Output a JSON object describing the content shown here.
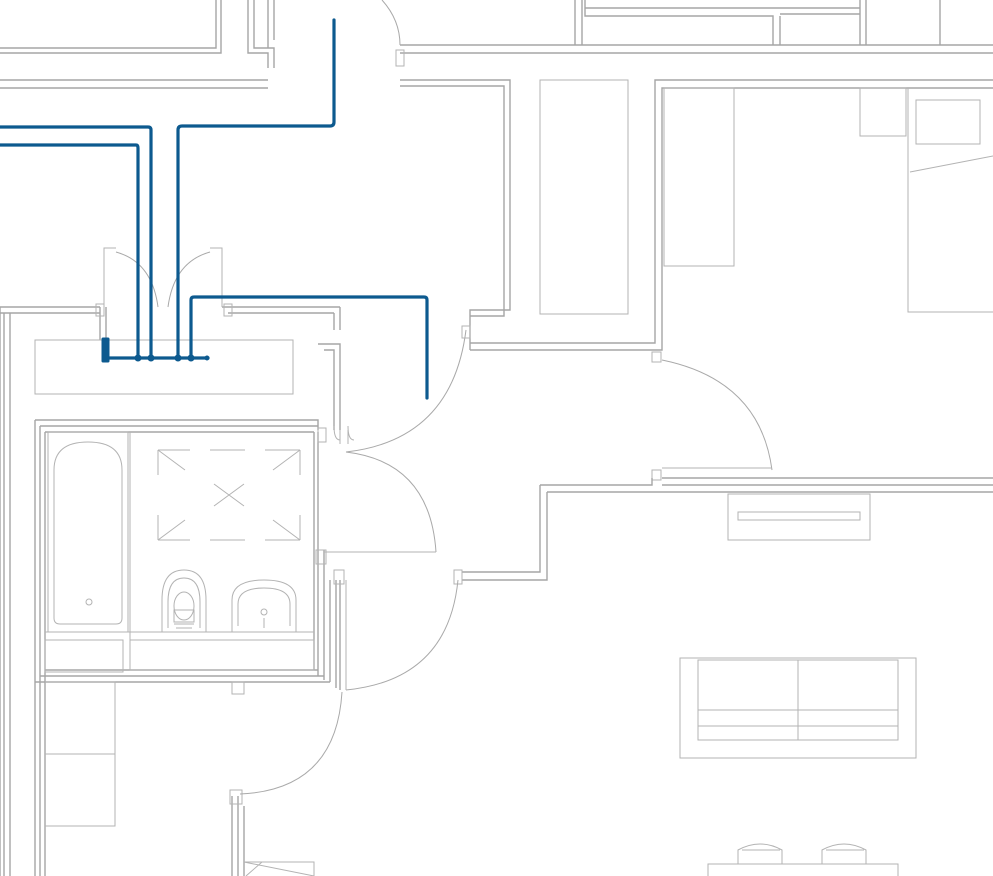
{
  "drawing": {
    "type": "apartment-floor-plan",
    "line_color": "#a6a6a6",
    "pipe_color": "#0d5a8f",
    "background": "#ffffff",
    "fixtures": [
      "bathtub",
      "toilet",
      "washbasin",
      "kitchen-counter",
      "sofa",
      "bed",
      "desk",
      "dining-chairs",
      "wardrobe"
    ]
  }
}
